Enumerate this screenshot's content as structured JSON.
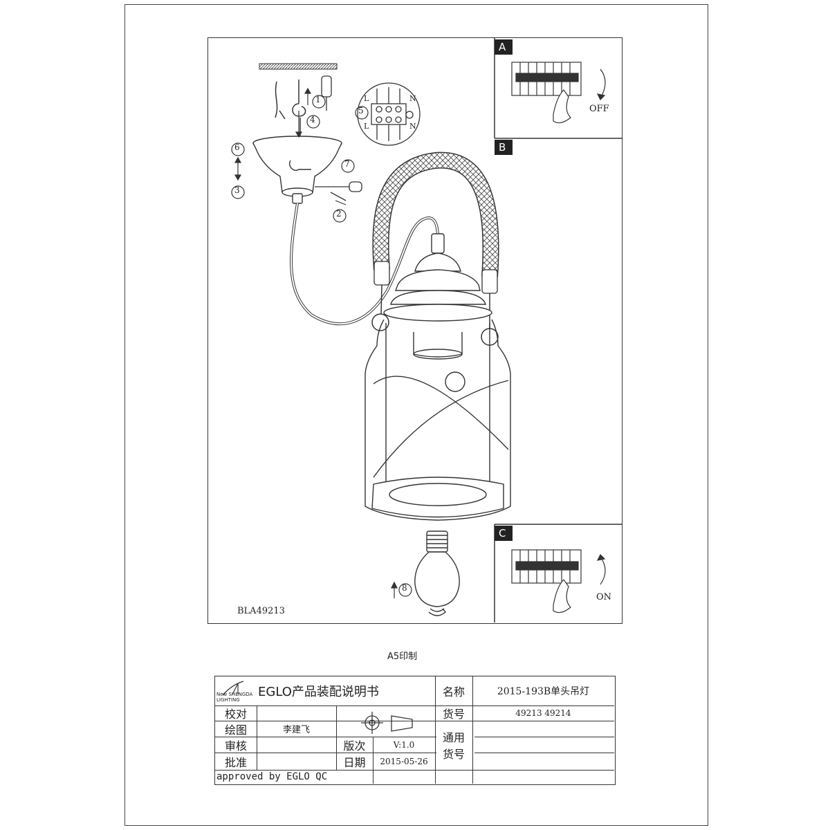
{
  "drawing": {
    "model_code": "BLA49213",
    "step_labels": [
      "1",
      "2",
      "3",
      "4",
      "5",
      "6",
      "7",
      "8"
    ],
    "wiring_letters": [
      "L",
      "N",
      "L",
      "N"
    ],
    "panel_a": {
      "tag": "A",
      "state": "OFF"
    },
    "panel_b": {
      "tag": "B"
    },
    "panel_c": {
      "tag": "C",
      "state": "ON"
    }
  },
  "print_note": "A5印制",
  "title_block": {
    "logo_text": "New SHENGDA LIGHTING",
    "doc_title": "EGLO产品装配说明书",
    "name_label": "名称",
    "name_value": "2015-193B单头吊灯",
    "item_label": "货号",
    "item_value": "49213 49214",
    "check_label": "校对",
    "check_value": "",
    "draw_label": "绘图",
    "draw_value": "李建飞",
    "review_label": "审核",
    "approve_label": "批准",
    "version_label": "版次",
    "version_value": "V:1.0",
    "date_label": "日期",
    "date_value": "2015-05-26",
    "common_label": "通用",
    "common_label2": "货号",
    "approved_note": "approved by EGLO QC"
  }
}
